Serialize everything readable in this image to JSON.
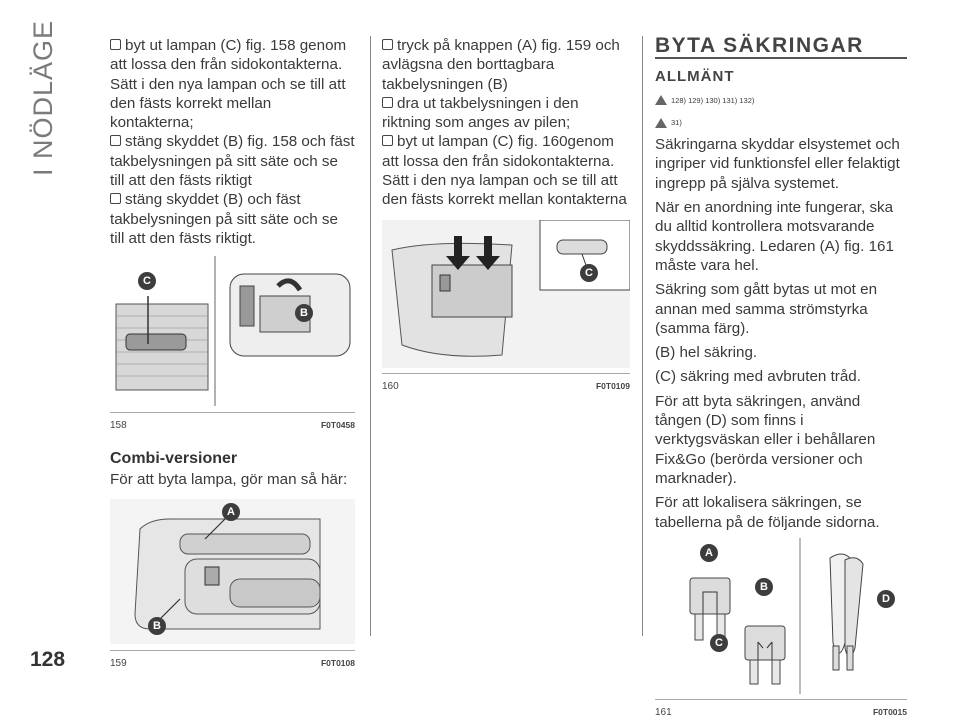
{
  "side_title": "I NÖDLÄGE",
  "page_number": "128",
  "col1": {
    "bullets": [
      "byt ut lampan (C) fig. 158 genom att lossa den från sidokontakterna. Sätt i den nya lampan och se till att den fästs korrekt mellan kontakterna;",
      "stäng skyddet (B) fig. 158 och fäst takbelysningen på sitt säte och se till att den fästs riktigt",
      "stäng skyddet (B) och fäst takbelysningen på sitt säte och se till att den fästs riktigt."
    ],
    "fig158": {
      "num": "158",
      "code": "F0T0458",
      "labels": [
        "C",
        "B"
      ]
    },
    "heading": "Combi-versioner",
    "intro": "För att byta lampa, gör man så här:",
    "fig159": {
      "num": "159",
      "code": "F0T0108",
      "labels": [
        "A",
        "B"
      ]
    }
  },
  "col2": {
    "bullets": [
      "tryck på knappen (A) fig. 159 och avlägsna den borttagbara takbelysningen (B)",
      "dra ut takbelysningen i den riktning som anges av pilen;",
      "byt ut lampan (C) fig. 160genom att lossa den från sidokontakterna. Sätt i den nya lampan och se till att den fästs korrekt mellan kontakterna"
    ],
    "fig160": {
      "num": "160",
      "code": "F0T0109",
      "labels": [
        "C"
      ]
    }
  },
  "col3": {
    "title": "BYTA SÄKRINGAR",
    "subtitle": "ALLMÄNT",
    "warn1": "128) 129) 130) 131) 132)",
    "warn2": "31)",
    "paragraphs": [
      "Säkringarna skyddar elsystemet och ingriper vid funktionsfel eller felaktigt ingrepp på själva systemet.",
      "När en anordning inte fungerar, ska du alltid kontrollera motsvarande skyddssäkring. Ledaren (A) fig. 161 måste vara hel.",
      "Säkring som gått bytas ut mot en annan med samma strömstyrka (samma färg).",
      "(B) hel säkring.",
      "(C) säkring med avbruten tråd.",
      "För att byta säkringen, använd tången (D) som finns i verktygsväskan eller i behållaren Fix&Go (berörda versioner och marknader).",
      "För att lokalisera säkringen, se tabellerna på de följande sidorna."
    ],
    "fig161": {
      "num": "161",
      "code": "F0T0015",
      "labels": [
        "A",
        "B",
        "C",
        "D"
      ]
    }
  },
  "colors": {
    "text": "#3a3a3a",
    "badge": "#3d3d3d",
    "figure_gray": "#b9b9b9"
  }
}
